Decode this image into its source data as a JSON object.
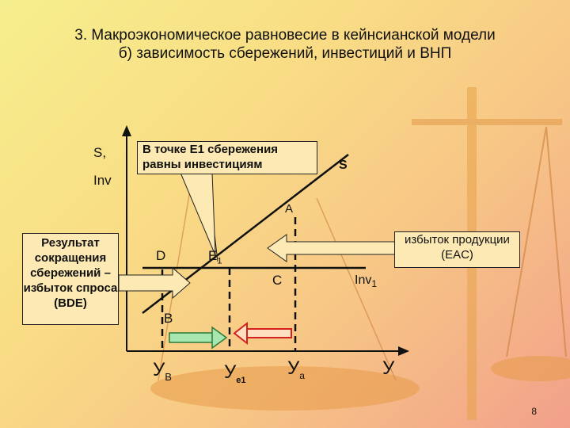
{
  "slide": {
    "title_line1": "3. Макроэкономическое равновесие в кейнсианской модели",
    "title_line2": "б) зависимость сбережений, инвестиций и ВНП",
    "page_number": "8"
  },
  "diagram": {
    "y_axis_label_1": "S,",
    "y_axis_label_2": "Inv",
    "x_axis_label": "У",
    "callout_top": "В точке Е1 сбережения равны инвестициям",
    "callout_left": "Результат сокращения сбережений – избыток спроса (BDE)",
    "callout_right": "избыток продукции (EAC)",
    "curve_savings": "S",
    "curve_investment": "Inv",
    "curve_investment_sub": "1",
    "point_a": "A",
    "point_b": "B",
    "point_c": "C",
    "point_d": "D",
    "point_e": "E",
    "point_e_sub": "1",
    "y_b": "У",
    "y_b_sub": "B",
    "y_e": "У",
    "y_e_sub": "e1",
    "y_a": "У",
    "y_a_sub": "a"
  }
}
